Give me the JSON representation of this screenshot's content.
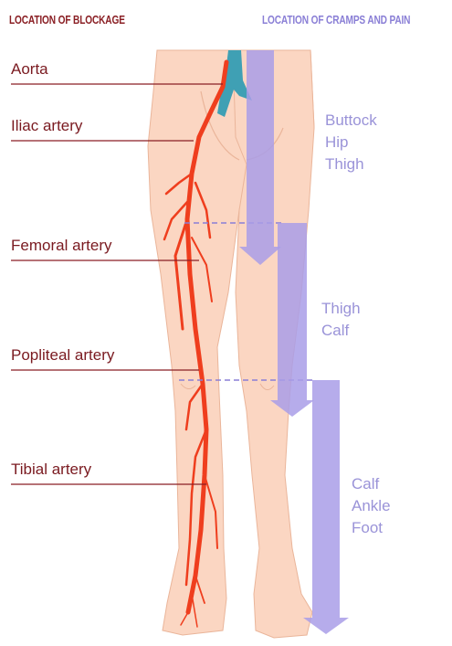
{
  "headers": {
    "blockage": "LOCATION OF BLOCKAGE",
    "cramps": "LOCATION OF CRAMPS AND PAIN"
  },
  "arteries": [
    "Aorta",
    "Iliac artery",
    "Femoral artery",
    "Popliteal artery",
    "Tibial artery"
  ],
  "pain_regions": [
    [
      "Buttock",
      "Hip",
      "Thigh"
    ],
    [
      "Thigh",
      "Calf"
    ],
    [
      "Calf",
      "Ankle",
      "Foot"
    ]
  ],
  "colors": {
    "label_text": "#7a1a20",
    "header_left": "#8a1f24",
    "header_right": "#8a7fd6",
    "artery": "#ef3e1e",
    "aorta": "#3fa0b4",
    "arrow": "#a99ee8",
    "skin": "#fbd6c2",
    "skin_edge": "#eab59a",
    "pointer": "#8a1f24"
  }
}
